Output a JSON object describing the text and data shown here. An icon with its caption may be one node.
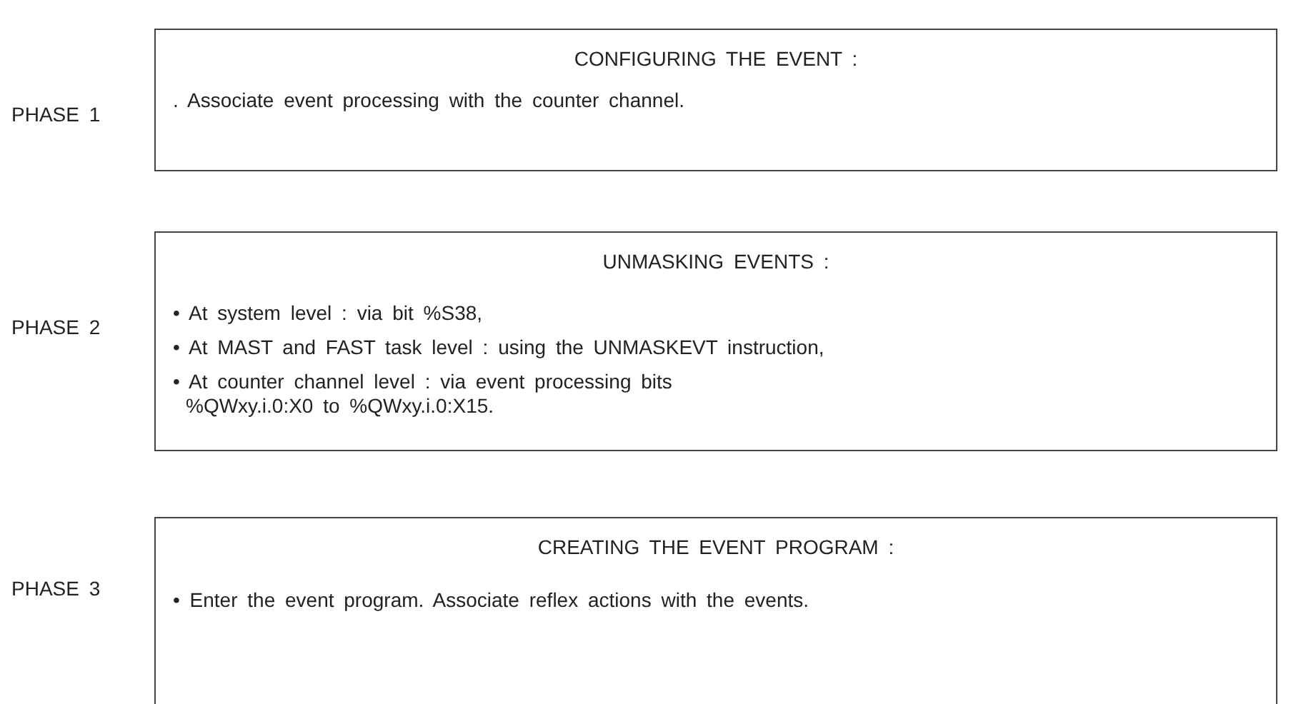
{
  "diagram": {
    "nodes": [
      {
        "text": [
          "CONFIGURING THE EVENT :",
          ". Associate event processing with the counter channel."
        ],
        "beside": [
          "PHASE 1"
        ]
      },
      {
        "text": [
          "UNMASKING EVENTS :",
          "• At system level : via bit %S38,",
          "• At MAST and FAST task level : using the UNMASKEVT instruction,",
          "• At counter channel level : via event processing bits %QWxy.i.0:X0 to %QWxy.i.0:X15."
        ],
        "beside": [
          "PHASE 2"
        ]
      },
      {
        "text": [
          "CREATING THE EVENT PROGRAM :",
          "• Enter the event program. Associate reflex actions with the events."
        ],
        "beside": [
          "PHASE 3"
        ]
      }
    ]
  }
}
